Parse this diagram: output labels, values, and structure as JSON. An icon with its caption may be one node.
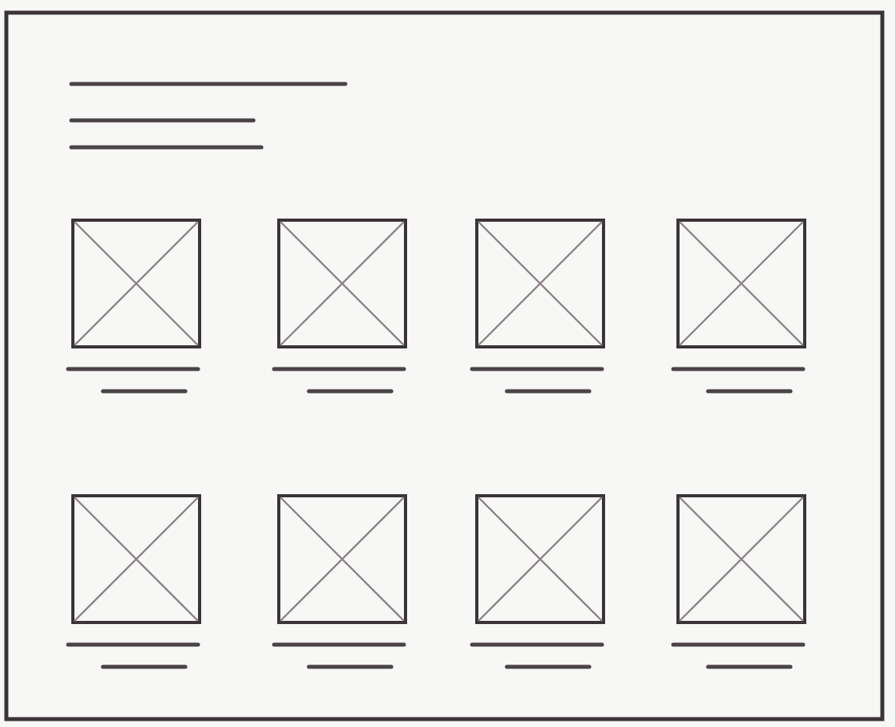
{
  "diagram": {
    "nodes": [
      {
        "text": [],
        "shape": "box"
      },
      {
        "text": [],
        "shape": "box",
        "in": 0
      },
      {
        "text": [],
        "shape": "box",
        "in": 0
      },
      {
        "text": [],
        "shape": "box",
        "in": 0
      },
      {
        "text": [],
        "shape": "box",
        "in": 0
      },
      {
        "text": [],
        "shape": "box",
        "in": 0
      },
      {
        "text": [],
        "shape": "box",
        "in": 0
      },
      {
        "text": [],
        "shape": "box",
        "in": 0
      },
      {
        "text": [],
        "shape": "box",
        "in": 0
      }
    ]
  }
}
